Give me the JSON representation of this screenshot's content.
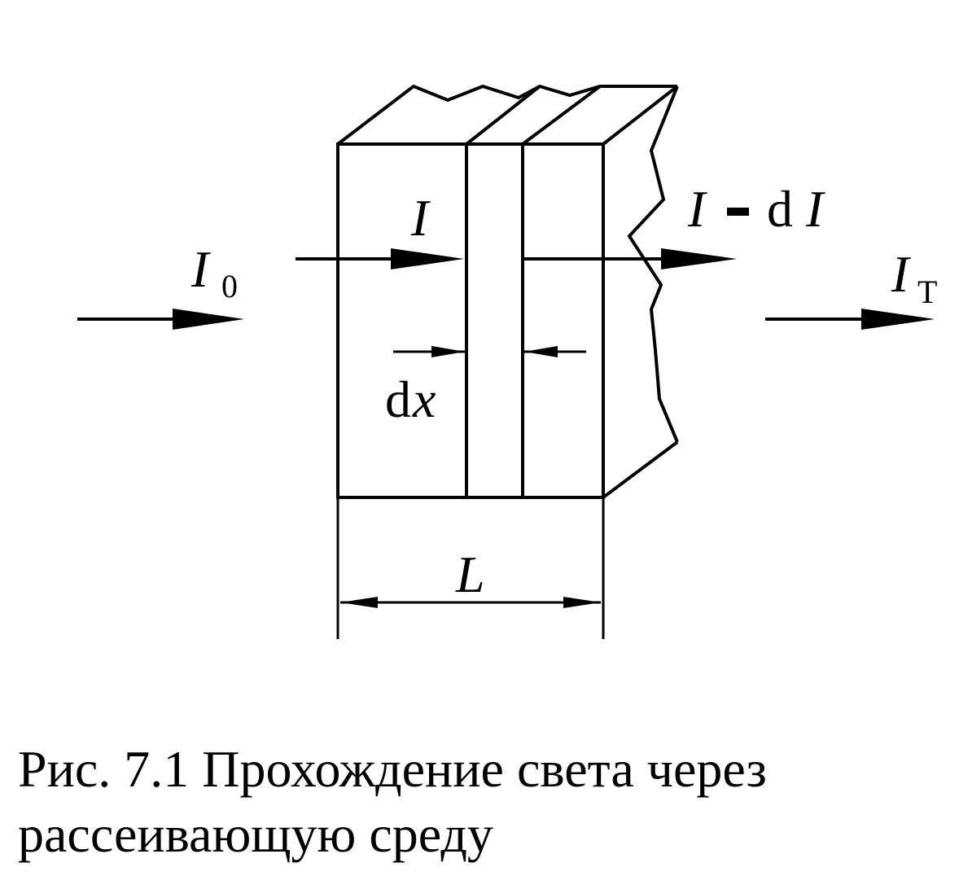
{
  "labels": {
    "i0_main": "I",
    "i0_sub": "0",
    "i_inside": "I",
    "i_minus_di": "I",
    "minus": "–",
    "d": "d",
    "i_after_d": "I",
    "it_main": "I",
    "it_sub": "T",
    "dx_d": "d",
    "dx_x": "x",
    "length": "L"
  },
  "caption": {
    "line1": "Рис. 7.1 Прохождение света  через",
    "line2": "рассеивающую среду"
  }
}
